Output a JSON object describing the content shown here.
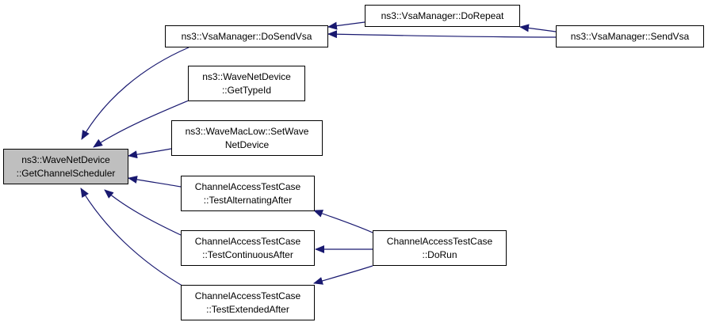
{
  "graph": {
    "edge_color": "#191970",
    "root_fill": "#bfbfbf",
    "nodes": {
      "root": [
        "ns3::WaveNetDevice",
        "::GetChannelScheduler"
      ],
      "do_send_vsa": [
        "ns3::VsaManager::DoSendVsa"
      ],
      "do_repeat": [
        "ns3::VsaManager::DoRepeat"
      ],
      "send_vsa": [
        "ns3::VsaManager::SendVsa"
      ],
      "get_type_id": [
        "ns3::WaveNetDevice",
        "::GetTypeId"
      ],
      "set_wave_net_device": [
        "ns3::WaveMacLow::SetWave",
        "NetDevice"
      ],
      "test_alternating_after": [
        "ChannelAccessTestCase",
        "::TestAlternatingAfter"
      ],
      "test_continuous_after": [
        "ChannelAccessTestCase",
        "::TestContinuousAfter"
      ],
      "test_extended_after": [
        "ChannelAccessTestCase",
        "::TestExtendedAfter"
      ],
      "do_run": [
        "ChannelAccessTestCase",
        "::DoRun"
      ]
    }
  }
}
